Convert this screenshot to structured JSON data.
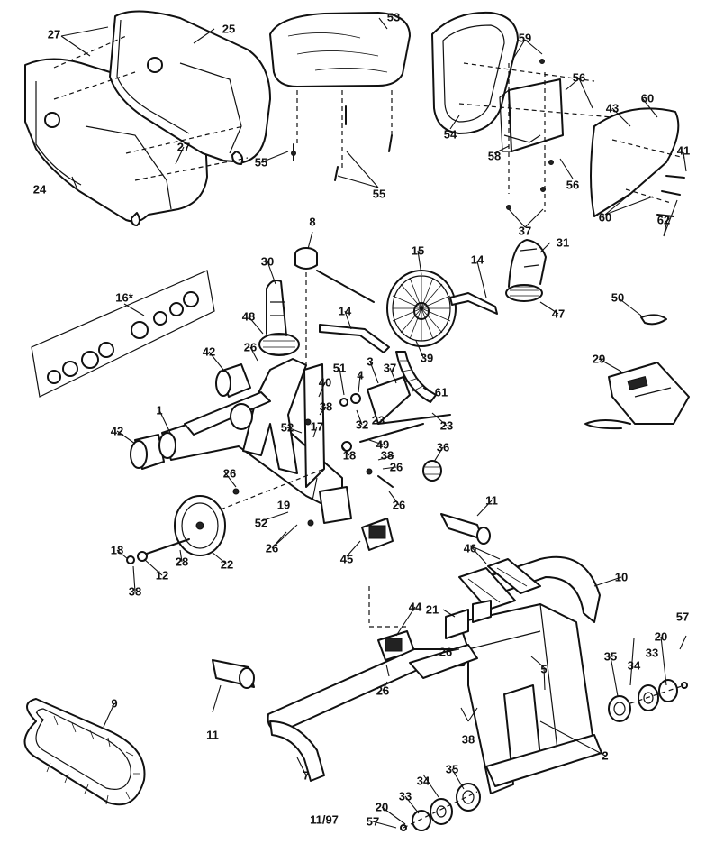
{
  "diagram": {
    "date_code": "11/97",
    "callouts": [
      {
        "id": "c27a",
        "text": "27"
      },
      {
        "id": "c25",
        "text": "25"
      },
      {
        "id": "c53",
        "text": "53"
      },
      {
        "id": "c59",
        "text": "59"
      },
      {
        "id": "c56a",
        "text": "56"
      },
      {
        "id": "c60a",
        "text": "60"
      },
      {
        "id": "c43",
        "text": "43"
      },
      {
        "id": "c41",
        "text": "41"
      },
      {
        "id": "c27b",
        "text": "27"
      },
      {
        "id": "c54",
        "text": "54"
      },
      {
        "id": "c58",
        "text": "58"
      },
      {
        "id": "c56b",
        "text": "56"
      },
      {
        "id": "c55a",
        "text": "55"
      },
      {
        "id": "c24",
        "text": "24"
      },
      {
        "id": "c55b",
        "text": "55"
      },
      {
        "id": "c37a",
        "text": "37"
      },
      {
        "id": "c60b",
        "text": "60"
      },
      {
        "id": "c62",
        "text": "62"
      },
      {
        "id": "c8",
        "text": "8"
      },
      {
        "id": "c15",
        "text": "15"
      },
      {
        "id": "c14a",
        "text": "14"
      },
      {
        "id": "c31",
        "text": "31"
      },
      {
        "id": "c30",
        "text": "30"
      },
      {
        "id": "c16",
        "text": "16*"
      },
      {
        "id": "c50",
        "text": "50"
      },
      {
        "id": "c47",
        "text": "47"
      },
      {
        "id": "c14b",
        "text": "14"
      },
      {
        "id": "c48",
        "text": "48"
      },
      {
        "id": "c39",
        "text": "39"
      },
      {
        "id": "c42a",
        "text": "42"
      },
      {
        "id": "c26a",
        "text": "26"
      },
      {
        "id": "c29",
        "text": "29"
      },
      {
        "id": "c51",
        "text": "51"
      },
      {
        "id": "c4",
        "text": "4"
      },
      {
        "id": "c3",
        "text": "3"
      },
      {
        "id": "c37b",
        "text": "37"
      },
      {
        "id": "c40",
        "text": "40"
      },
      {
        "id": "c61",
        "text": "61"
      },
      {
        "id": "c38a",
        "text": "38"
      },
      {
        "id": "c1",
        "text": "1"
      },
      {
        "id": "c32",
        "text": "32"
      },
      {
        "id": "c23a",
        "text": "23"
      },
      {
        "id": "c23b",
        "text": "23"
      },
      {
        "id": "c52a",
        "text": "52"
      },
      {
        "id": "c17",
        "text": "17"
      },
      {
        "id": "c42b",
        "text": "42"
      },
      {
        "id": "c49",
        "text": "49"
      },
      {
        "id": "c36",
        "text": "36"
      },
      {
        "id": "c18a",
        "text": "18"
      },
      {
        "id": "c38b",
        "text": "38"
      },
      {
        "id": "c26b",
        "text": "26"
      },
      {
        "id": "c26c",
        "text": "26"
      },
      {
        "id": "c19",
        "text": "19"
      },
      {
        "id": "c26d",
        "text": "26"
      },
      {
        "id": "c52b",
        "text": "52"
      },
      {
        "id": "c11a",
        "text": "11"
      },
      {
        "id": "c26e",
        "text": "26"
      },
      {
        "id": "c45",
        "text": "45"
      },
      {
        "id": "c46",
        "text": "46"
      },
      {
        "id": "c10",
        "text": "10"
      },
      {
        "id": "c18b",
        "text": "18"
      },
      {
        "id": "c12",
        "text": "12"
      },
      {
        "id": "c28",
        "text": "28"
      },
      {
        "id": "c22",
        "text": "22"
      },
      {
        "id": "c38c",
        "text": "38"
      },
      {
        "id": "c21",
        "text": "21"
      },
      {
        "id": "c44",
        "text": "44"
      },
      {
        "id": "c20a",
        "text": "20"
      },
      {
        "id": "c57a",
        "text": "57"
      },
      {
        "id": "c33a",
        "text": "33"
      },
      {
        "id": "c26f",
        "text": "26"
      },
      {
        "id": "c34a",
        "text": "34"
      },
      {
        "id": "c5",
        "text": "5"
      },
      {
        "id": "c35a",
        "text": "35"
      },
      {
        "id": "c26g",
        "text": "26"
      },
      {
        "id": "c9",
        "text": "9"
      },
      {
        "id": "c38d",
        "text": "38"
      },
      {
        "id": "c11b",
        "text": "11"
      },
      {
        "id": "c2",
        "text": "2"
      },
      {
        "id": "c7",
        "text": "7"
      },
      {
        "id": "c35b",
        "text": "35"
      },
      {
        "id": "c34b",
        "text": "34"
      },
      {
        "id": "c33b",
        "text": "33"
      },
      {
        "id": "c20b",
        "text": "20"
      },
      {
        "id": "c57b",
        "text": "57"
      }
    ]
  }
}
